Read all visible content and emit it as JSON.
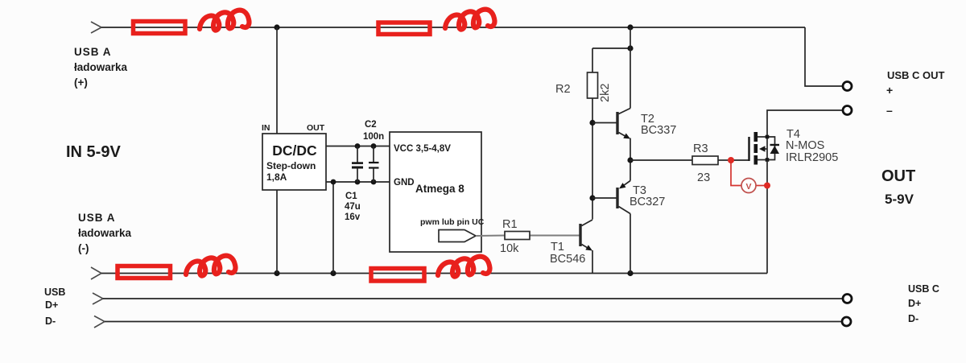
{
  "diagram": {
    "left": {
      "usb_a_plus": {
        "l1": "USB A",
        "l2": "ładowarka",
        "l3": "(+)"
      },
      "in_voltage": "IN 5-9V",
      "usb_a_minus": {
        "l1": "USB A",
        "l2": "ładowarka",
        "l3": "(-)"
      },
      "usb_data": {
        "l1": "USB",
        "l2": "D+",
        "l3": "D-"
      }
    },
    "dcdc": {
      "pin_in": "IN",
      "pin_out": "OUT",
      "title": "DC/DC",
      "subtitle": "Step-down",
      "current": "1,8A"
    },
    "caps": {
      "c1_ref": "C1",
      "c1_value": "47u",
      "c1_voltage": "16v",
      "c2_ref": "C2",
      "c2_value": "100n"
    },
    "mcu": {
      "pin_vcc": "VCC 3,5-4,8V",
      "pin_gnd": "GND",
      "title": "Atmega 8",
      "pwm_label": "pwm lub pin UC"
    },
    "r1": {
      "ref": "R1",
      "value": "10k"
    },
    "r2": {
      "ref": "R2",
      "value": "2k2"
    },
    "r3": {
      "ref": "R3",
      "value": "23"
    },
    "t1": {
      "ref": "T1",
      "part": "BC546"
    },
    "t2": {
      "ref": "T2",
      "part": "BC337"
    },
    "t3": {
      "ref": "T3",
      "part": "BC327"
    },
    "t4": {
      "ref": "T4",
      "type": "N-MOS",
      "part": "IRLR2905"
    },
    "meter": {
      "label": "V"
    },
    "right": {
      "usb_c_out": "USB C OUT",
      "plus": "+",
      "minus": "–",
      "out_title": "OUT",
      "out_voltage": "5-9V",
      "usb_c": {
        "l1": "USB C",
        "l2": "D+",
        "l3": "D-"
      }
    },
    "colors": {
      "annotation_red": "#e8211d",
      "meter_red": "#c0504d",
      "wire_black": "#262626",
      "signal_gray": "#7d7d7d"
    }
  }
}
